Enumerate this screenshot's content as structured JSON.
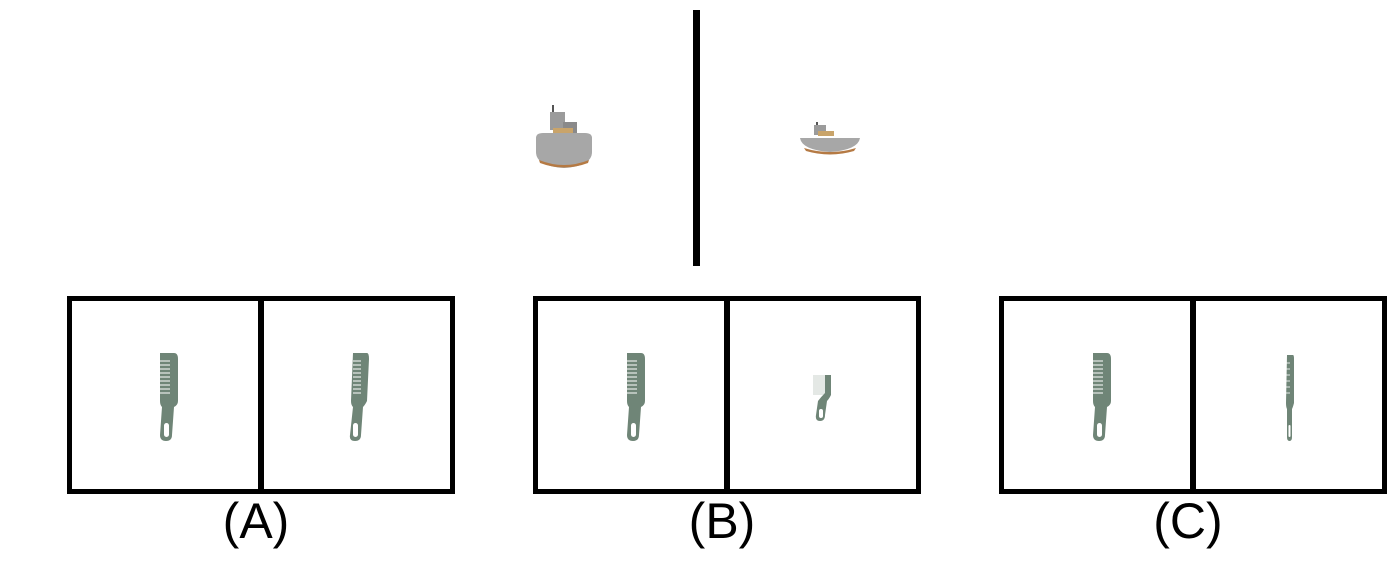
{
  "reference": {
    "left_object": "boat-large",
    "right_object": "boat-small"
  },
  "options": [
    {
      "label": "(A)",
      "left": "comb-full",
      "right": "comb-full-rotated"
    },
    {
      "label": "(B)",
      "left": "comb-full",
      "right": "comb-small-cropped"
    },
    {
      "label": "(C)",
      "left": "comb-full",
      "right": "comb-thin"
    }
  ],
  "colors": {
    "comb": "#6f8577",
    "boat_hull": "#a7a7a7",
    "boat_stripe": "#b57a44",
    "frame": "#000000"
  }
}
